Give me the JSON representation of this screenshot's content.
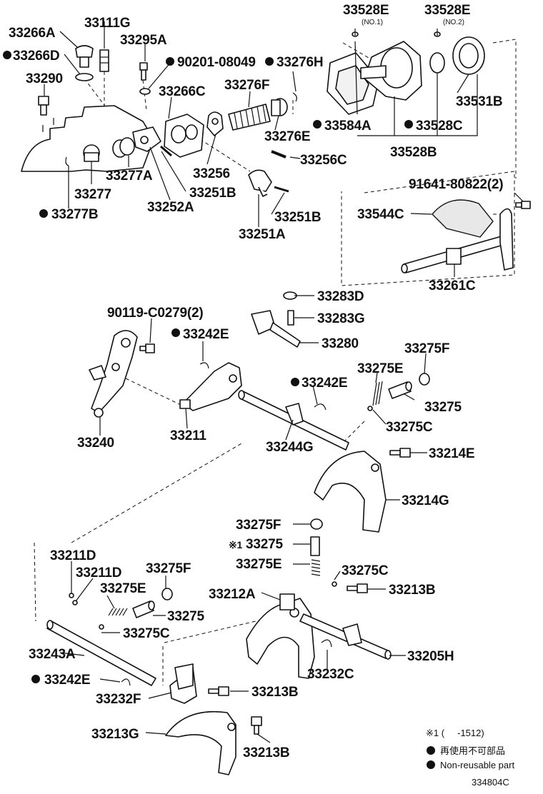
{
  "diagram_id": "334804C",
  "parts": {
    "p33266A": "33266A",
    "p33111G": "33111G",
    "p33295A": "33295A",
    "p33266D": "33266D",
    "p90201": "90201-08049",
    "p33276H": "33276H",
    "p33290": "33290",
    "p33266C": "33266C",
    "p33276F": "33276F",
    "p33528E1": "33528E",
    "p33528E1_sub": "(NO.1)",
    "p33528E2": "33528E",
    "p33528E2_sub": "(NO.2)",
    "p33531B": "33531B",
    "p33584A": "33584A",
    "p33528C": "33528C",
    "p33528B": "33528B",
    "p33276E": "33276E",
    "p33277A": "33277A",
    "p33256": "33256",
    "p33256C": "33256C",
    "p33277": "33277",
    "p33251B_a": "33251B",
    "p33252A": "33252A",
    "p33251B_b": "33251B",
    "p33277B": "33277B",
    "p33251A": "33251A",
    "p91641": "91641-80822(2)",
    "p33544C": "33544C",
    "p33261C": "33261C",
    "p33283D": "33283D",
    "p33283G": "33283G",
    "p90119": "90119-C0279(2)",
    "p33242E_a": "33242E",
    "p33280": "33280",
    "p33275F_a": "33275F",
    "p33275E_a": "33275E",
    "p33242E_b": "33242E",
    "p33275_a": "33275",
    "p33275C_a": "33275C",
    "p33240": "33240",
    "p33211": "33211",
    "p33244G": "33244G",
    "p33214E": "33214E",
    "p33214G": "33214G",
    "p33275F_b": "33275F",
    "p33275_b": "33275",
    "p33275_b_mark": "※1",
    "p33275E_b": "33275E",
    "p33275C_b": "33275C",
    "p33211D_a": "33211D",
    "p33211D_b": "33211D",
    "p33275F_c": "33275F",
    "p33275E_c": "33275E",
    "p33212A": "33212A",
    "p33213B_a": "33213B",
    "p33275_c": "33275",
    "p33275C_c": "33275C",
    "p33243A": "33243A",
    "p33205H": "33205H",
    "p33242E_c": "33242E",
    "p33232C": "33232C",
    "p33232F": "33232F",
    "p33213B_b": "33213B",
    "p33213G": "33213G",
    "p33213B_c": "33213B"
  },
  "legend": {
    "note1": "※1 (     -1512)",
    "nonreuse_jp": "再使用不可部品",
    "nonreuse_en": "Non-reusable part"
  }
}
